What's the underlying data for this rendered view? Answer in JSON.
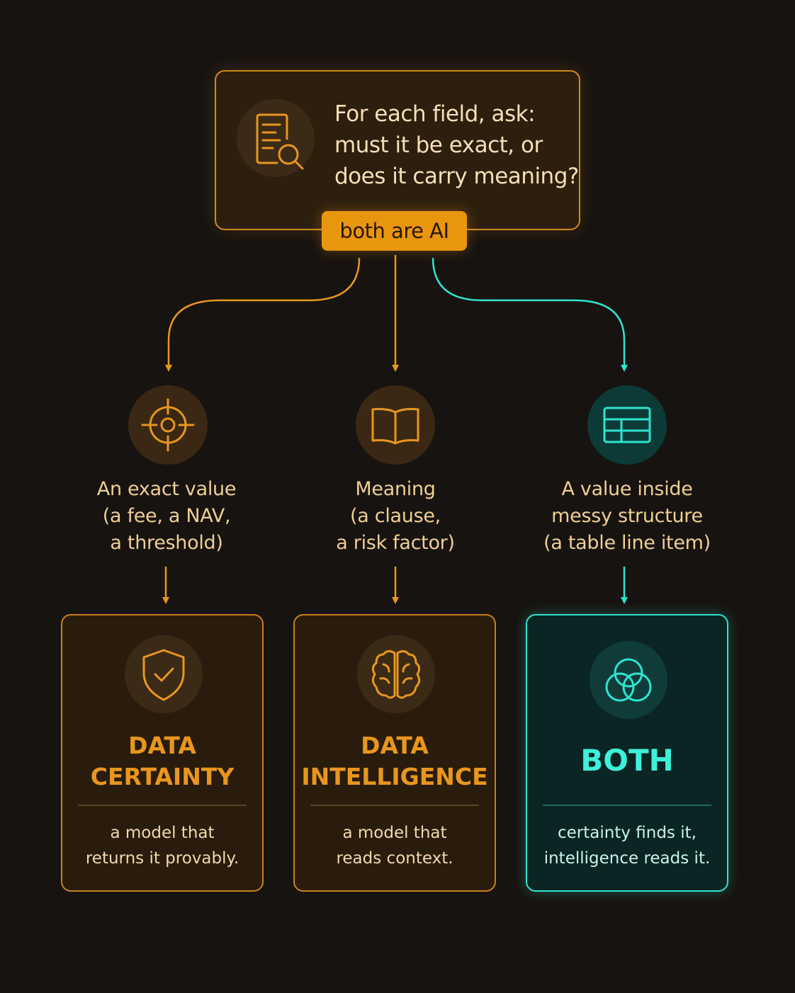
{
  "question": {
    "lines": [
      "For each field, ask:",
      "must it be exact, or",
      "does it carry meaning?"
    ],
    "icon": "document-search-icon"
  },
  "badge": {
    "label": "both are AI"
  },
  "branches": [
    {
      "icon": "crosshair-icon",
      "lines": [
        "An exact value",
        "(a fee, a NAV,",
        "a threshold)"
      ],
      "color": "#e8961e"
    },
    {
      "icon": "open-book-icon",
      "lines": [
        "Meaning",
        "(a clause,",
        "a risk factor)"
      ],
      "color": "#e8961e"
    },
    {
      "icon": "table-icon",
      "lines": [
        "A value inside",
        "messy structure",
        "(a table line item)"
      ],
      "color": "#2ee3cf"
    }
  ],
  "outcomes": [
    {
      "icon": "shield-check-icon",
      "title_lines": [
        "DATA",
        "CERTAINTY"
      ],
      "desc_lines": [
        "a model that",
        "returns it provably."
      ]
    },
    {
      "icon": "brain-icon",
      "title_lines": [
        "DATA",
        "INTELLIGENCE"
      ],
      "desc_lines": [
        "a model that",
        "reads context."
      ]
    },
    {
      "icon": "overlapping-circles-icon",
      "title_lines": [
        "BOTH"
      ],
      "desc_lines": [
        "certainty finds it,",
        "intelligence reads it."
      ]
    }
  ],
  "colors": {
    "accent": "#e8961e",
    "teal": "#2ee3cf",
    "background": "#171310"
  }
}
